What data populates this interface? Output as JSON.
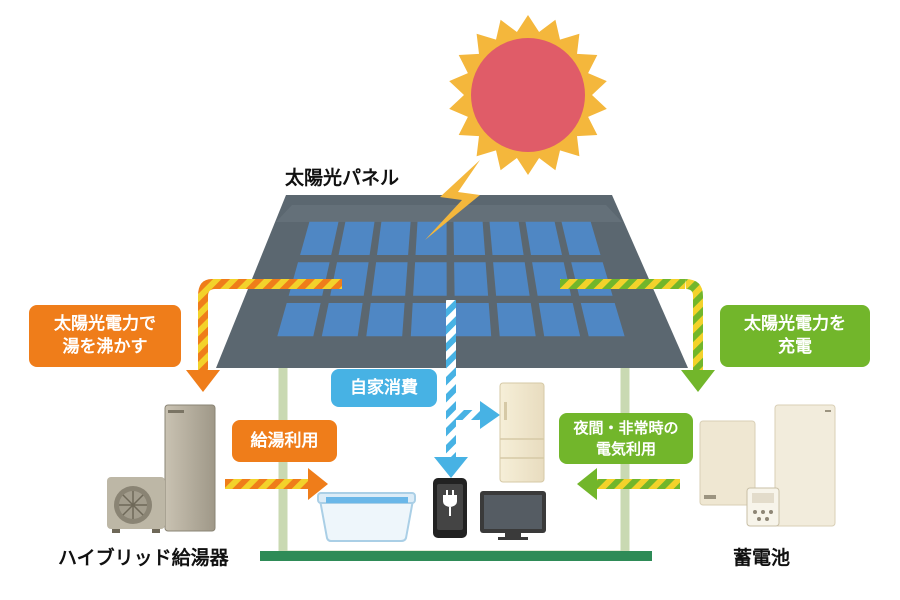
{
  "labels": {
    "solar_panel": "太陽光パネル",
    "hybrid_water_heater": "ハイブリッド給湯器",
    "storage_battery": "蓄電池"
  },
  "bubbles": {
    "boil_water": [
      "太陽光電力で",
      "湯を沸かす"
    ],
    "charge": [
      "太陽光電力を",
      "充電"
    ],
    "self_consumption": [
      "自家消費"
    ],
    "hot_water_use": [
      "給湯利用"
    ],
    "night_emergency": [
      "夜間・非常時の",
      "電気利用"
    ]
  },
  "colors": {
    "orange": "#ef7d1a",
    "green": "#72b62b",
    "blue": "#47b2e4",
    "yellow": "#f3d22b",
    "roof": "#5b6770",
    "panel": "#4f87c4",
    "house_frame": "#c9d9b2",
    "ground": "#2e8b57",
    "sun": "#e05c68",
    "sun_rays": "#f4b73c"
  }
}
